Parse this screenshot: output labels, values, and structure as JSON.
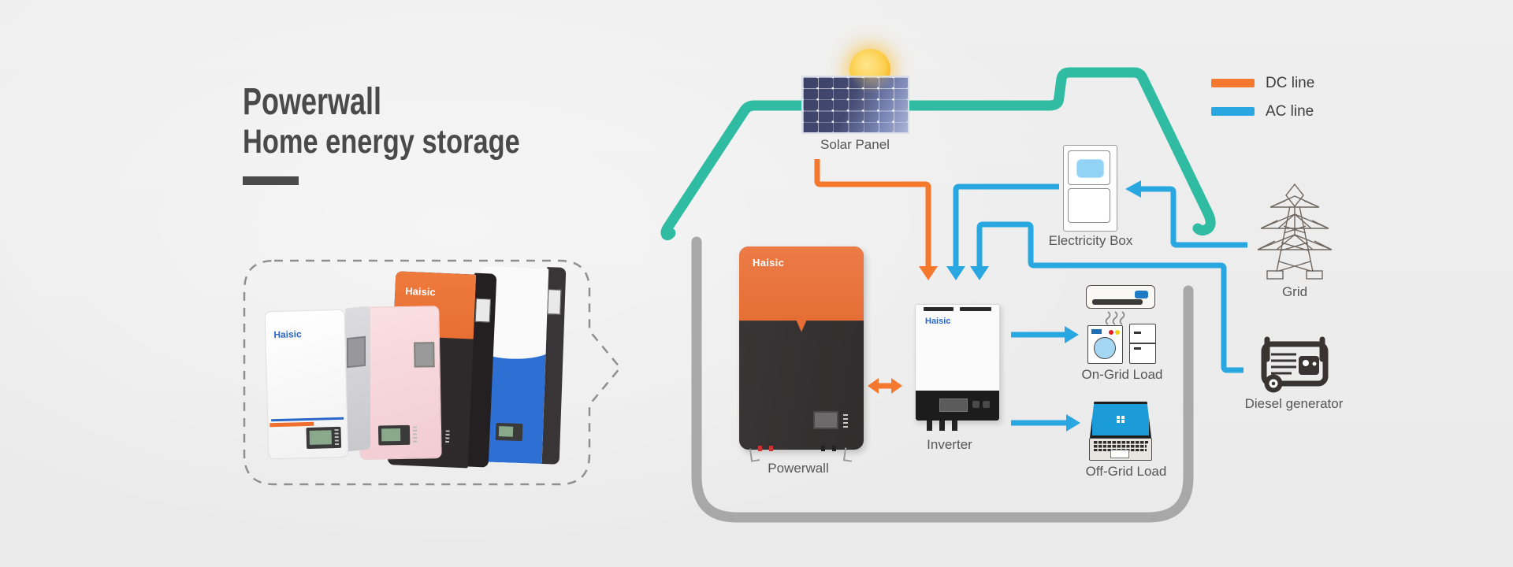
{
  "title": {
    "line1": "Powerwall",
    "line2": "Home energy storage"
  },
  "legend": {
    "items": [
      {
        "label": "DC line",
        "color": "#F4792E"
      },
      {
        "label": "AC line",
        "color": "#29A7E1"
      }
    ]
  },
  "brand": "Haisic",
  "diagram": {
    "labels": {
      "solar_panel": "Solar Panel",
      "electricity_box": "Electricity Box",
      "grid": "Grid",
      "powerwall": "Powerwall",
      "inverter": "Inverter",
      "on_grid_load": "On-Grid Load",
      "off_grid_load": "Off-Grid Load",
      "diesel_generator": "Diesel generator"
    },
    "line_colors": {
      "dc": "#F4792E",
      "ac": "#29A7E1",
      "roof": "#30BCA2",
      "house_wall": "#A8A8A8"
    }
  }
}
